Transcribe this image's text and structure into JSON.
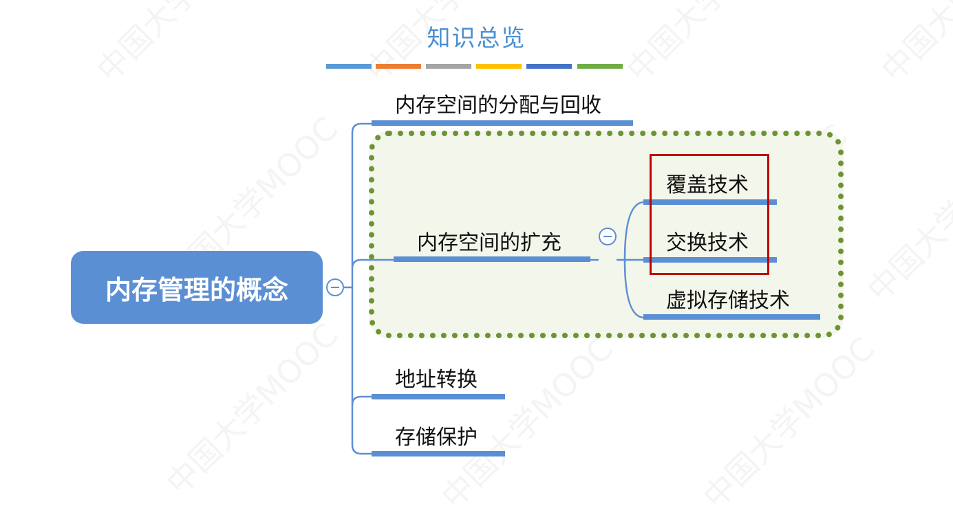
{
  "title": "知识总览",
  "title_color": "#4a8fd0",
  "accent_stripes": [
    "#5b9bd5",
    "#ed7d31",
    "#a5a5a5",
    "#ffc000",
    "#4472c4",
    "#70ad47"
  ],
  "watermark_text": "中国大学MOOC",
  "root": {
    "label": "内存管理的概念",
    "color": "#5b8fd4"
  },
  "branches": [
    {
      "label": "内存空间的分配与回收"
    },
    {
      "label": "内存空间的扩充",
      "children": [
        "覆盖技术",
        "交换技术",
        "虚拟存储技术"
      ]
    },
    {
      "label": "地址转换"
    },
    {
      "label": "存储保护"
    }
  ],
  "highlight_group_color": "#6d9434",
  "highlight_box_color": "#c00000"
}
